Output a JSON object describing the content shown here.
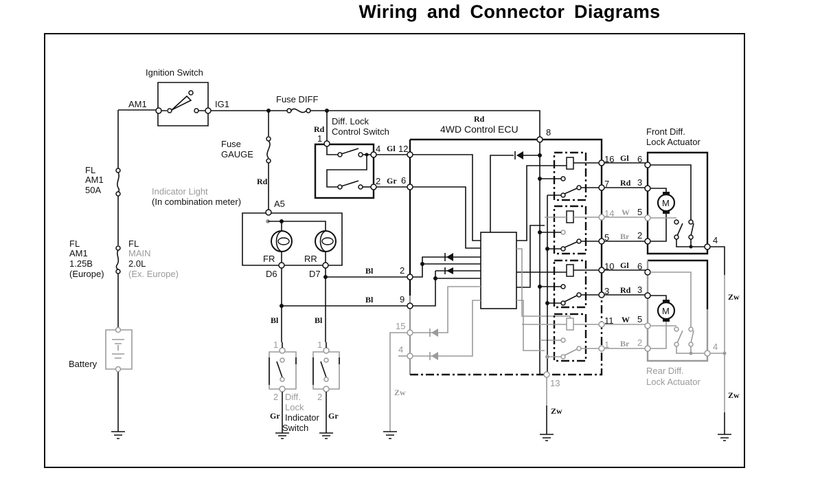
{
  "page": {
    "title": "Wiring and Connector Diagrams"
  },
  "components": {
    "ignition_switch": {
      "label": "Ignition Switch",
      "pin_in": "AM1",
      "pin_out": "IG1"
    },
    "fuse_diff": {
      "label": "Fuse DIFF"
    },
    "fuse_gauge": {
      "line1": "Fuse",
      "line2": "GAUGE"
    },
    "fl_am1_50a": {
      "line1": "FL",
      "line2": "AM1",
      "line3": "50A"
    },
    "fl_am1_125b": {
      "line1": "FL",
      "line2": "AM1",
      "line3": "1.25B",
      "line4": "(Europe)"
    },
    "fl_main_20l": {
      "line1": "FL",
      "line2": "MAIN",
      "line3": "2.0L",
      "line4": "(Ex. Europe)"
    },
    "battery": {
      "label": "Battery"
    },
    "indicator_light": {
      "line1": "Indicator Light",
      "line2": "(In combination meter)",
      "pin_top": "A5",
      "lamp_left": "FR",
      "lamp_right": "RR",
      "pin_left": "D6",
      "pin_right": "D7"
    },
    "diff_lock_control_switch": {
      "line1": "Diff. Lock",
      "line2": "Control Switch",
      "pin1": "1",
      "pin4": "4",
      "pin2": "2"
    },
    "ecu": {
      "label": "4WD Control ECU",
      "pins_left": [
        "12",
        "6",
        "2",
        "9",
        "15",
        "4"
      ],
      "pin_top": "8",
      "pin_bottom": "13",
      "pins_right": [
        "16",
        "7",
        "14",
        "5",
        "10",
        "3",
        "11",
        "1"
      ]
    },
    "front_actuator": {
      "line1": "Front Diff.",
      "line2": "Lock Actuator",
      "pins": [
        "6",
        "3",
        "5",
        "2"
      ],
      "pin_ground": "4",
      "motor": "M"
    },
    "rear_actuator": {
      "line1": "Rear Diff.",
      "line2": "Lock Actuator",
      "pins": [
        "6",
        "3",
        "5",
        "2"
      ],
      "pin_ground": "4",
      "motor": "M"
    },
    "indicator_switch": {
      "line1": "Diff.",
      "line2": "Lock",
      "line3": "Indicator",
      "line4": "Switch",
      "pin1": "1",
      "pin2": "2"
    }
  },
  "wire_colors": {
    "rd_top": "Rd",
    "rd_gauge": "Rd",
    "rd_switch": "Rd",
    "gl_12": "Gl",
    "gr_6": "Gr",
    "bl_2": "Bl",
    "bl_9": "Bl",
    "bl_d6": "Bl",
    "bl_d7": "Bl",
    "gr_left": "Gr",
    "gr_right": "Gr",
    "zw_15": "Zw",
    "zw_13": "Zw",
    "zw_right_upper": "Zw",
    "zw_right_lower": "Zw",
    "front": [
      "Gl",
      "Rd",
      "W",
      "Br"
    ],
    "rear": [
      "Gl",
      "Rd",
      "W",
      "Br"
    ]
  },
  "colors": {
    "wire": "#111111",
    "wire_faded": "#9a9a9a"
  }
}
